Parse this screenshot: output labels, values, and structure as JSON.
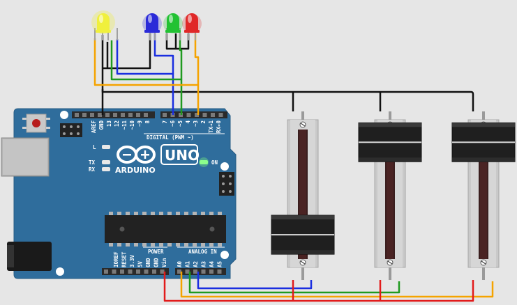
{
  "board": {
    "name": "ARDUINO",
    "model": "UNO",
    "on_label": "ON",
    "led_labels": [
      "L",
      "TX",
      "RX"
    ],
    "digital_header_label": "DIGITAL (PWM ~)",
    "digital_pins": [
      "AREF",
      "GND",
      "13",
      "12",
      "~11",
      "~10",
      "~9",
      "8",
      "7",
      "~6",
      "~5",
      "4",
      "~3",
      "2",
      "TX→1",
      "RX←0"
    ],
    "power_header_label": "POWER",
    "power_pins": [
      "IOREF",
      "RESET",
      "3.3V",
      "5V",
      "GND",
      "GND",
      "Vin"
    ],
    "analog_header_label": "ANALOG IN",
    "analog_pins": [
      "A0",
      "A1",
      "A2",
      "A3",
      "A4",
      "A5"
    ]
  },
  "leds": [
    {
      "color": "yellow",
      "hex": "#f0f03c"
    },
    {
      "color": "blue",
      "hex": "#2a2ad8"
    },
    {
      "color": "green",
      "hex": "#22c233"
    },
    {
      "color": "red",
      "hex": "#e02828"
    }
  ],
  "potentiometers": [
    {
      "type": "slide",
      "knob_level": 0.85
    },
    {
      "type": "slide",
      "knob_level": 0.05
    },
    {
      "type": "slide",
      "knob_level": 0.05
    }
  ],
  "wire_colors": {
    "black": "#111111",
    "blue": "#1a2ee0",
    "green": "#1f9a1f",
    "orange": "#f5a300",
    "red": "#e21b1b"
  },
  "board_color": "#2f6d9c"
}
